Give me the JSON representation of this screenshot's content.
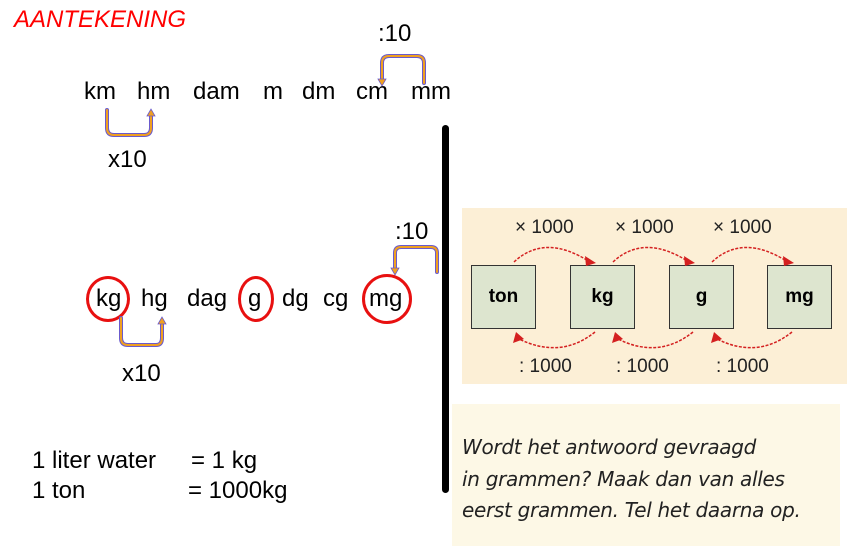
{
  "title": "AANTEKENING",
  "length": {
    "units": [
      "km",
      "hm",
      "dam",
      "m",
      "dm",
      "cm",
      "mm"
    ],
    "multiply_label": "x10",
    "divide_label": ":10"
  },
  "mass": {
    "units": [
      "kg",
      "hg",
      "dag",
      "g",
      "dg",
      "cg",
      "mg"
    ],
    "circled_units": [
      "kg",
      "g",
      "mg"
    ],
    "multiply_label": "x10",
    "divide_label": ":10"
  },
  "equivalences": [
    {
      "left": "1 liter water",
      "right": "= 1 kg"
    },
    {
      "left": "1 ton",
      "right": "= 1000kg"
    }
  ],
  "diagram": {
    "boxes": [
      "ton",
      "kg",
      "g",
      "mg"
    ],
    "multiply_labels": [
      "× 1000",
      "× 1000",
      "× 1000"
    ],
    "divide_labels": [
      ": 1000",
      ": 1000",
      ": 1000"
    ],
    "colors": {
      "box_fill": "#dde5cf",
      "panel": "#fcefd6",
      "arrow": "#d42020"
    }
  },
  "tip": {
    "lines": [
      "Wordt het antwoord gevraagd",
      "in grammen? Maak dan van alles",
      "eerst grammen. Tel het daarna op."
    ]
  }
}
